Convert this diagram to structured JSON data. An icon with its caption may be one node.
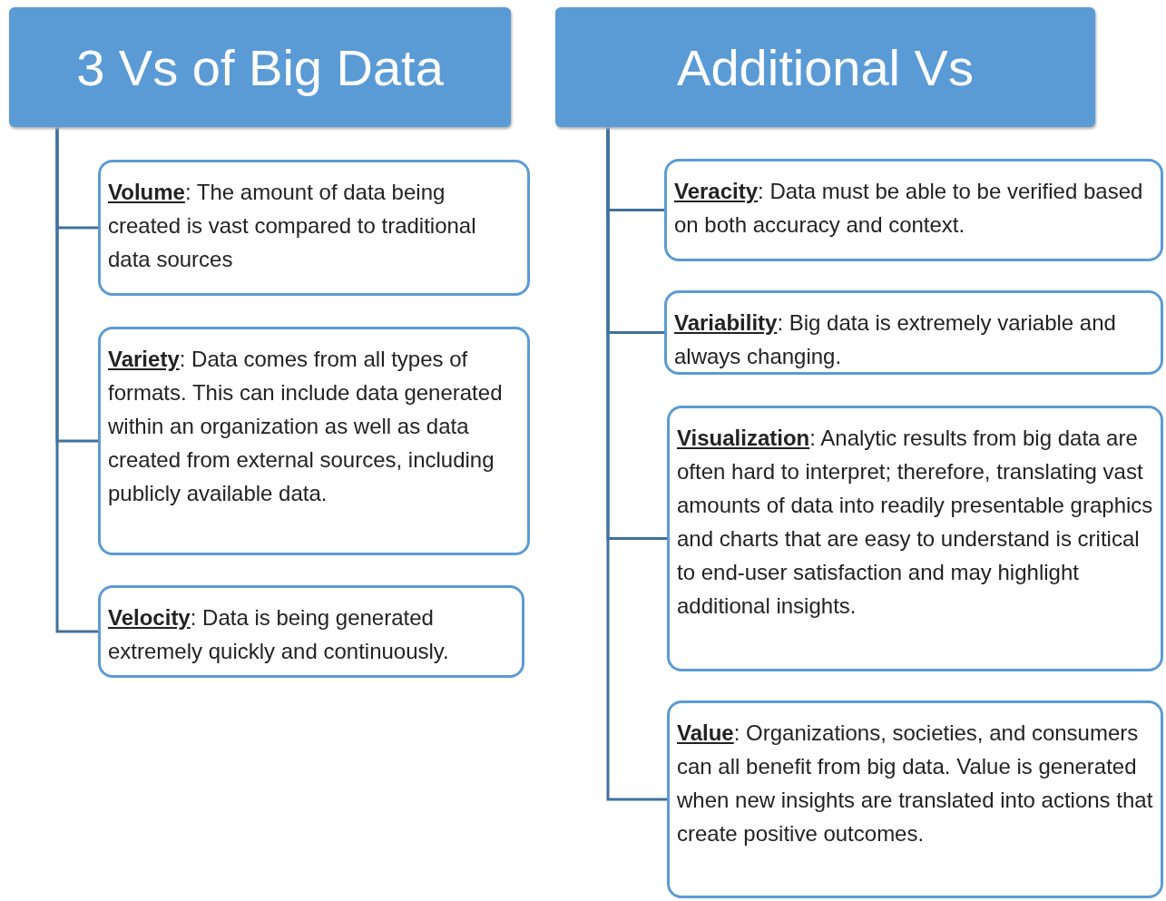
{
  "diagram": {
    "nodes": [
      {
        "text": [
          "3 Vs of Big Data"
        ]
      },
      {
        "text": [
          "**Volume**: The amount of data being created is vast compared to traditional data sources"
        ]
      },
      {
        "text": [
          "**Variety**: Data comes from all types of formats. This can include data generated within an organization as well as data created from external sources, including publicly available data."
        ]
      },
      {
        "text": [
          "**Velocity**: Data is being generated extremely quickly and continuously."
        ]
      },
      {
        "text": [
          "Additional Vs"
        ]
      },
      {
        "text": [
          "**Veracity**: Data must be able to be verified based on both accuracy and context."
        ]
      },
      {
        "text": [
          "**Variability**: Big data is extremely variable and always changing."
        ]
      },
      {
        "text": [
          "**Visualization**: Analytic results from big data are often hard to interpret; therefore, translating vast amounts of data into readily presentable graphics and charts that are easy to understand is critical to end-user satisfaction and may highlight additional insights."
        ]
      },
      {
        "text": [
          "**Value**: Organizations, societies, and consumers can all benefit from big data. Value is generated when new insights are translated into actions that create positive outcomes."
        ]
      }
    ],
    "edges": [
      {
        "from": 0,
        "to": 1,
        "arrow": "none"
      },
      {
        "from": 0,
        "to": 2,
        "arrow": "none"
      },
      {
        "from": 0,
        "to": 3,
        "arrow": "none"
      },
      {
        "from": 4,
        "to": 5,
        "arrow": "none"
      },
      {
        "from": 4,
        "to": 6,
        "arrow": "none"
      },
      {
        "from": 4,
        "to": 7,
        "arrow": "none"
      },
      {
        "from": 4,
        "to": 8,
        "arrow": "none"
      }
    ]
  }
}
